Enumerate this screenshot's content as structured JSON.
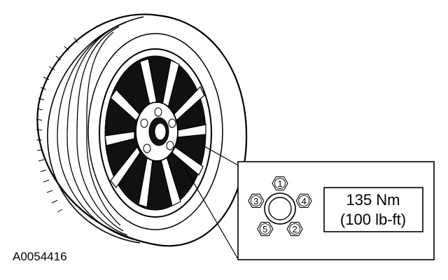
{
  "figure_id": "A0054416",
  "torque": {
    "metric": "135 Nm",
    "imperial": "(100 lb-ft)"
  },
  "lug_nuts": [
    {
      "label": "1"
    },
    {
      "label": "4"
    },
    {
      "label": "2"
    },
    {
      "label": "5"
    },
    {
      "label": "3"
    }
  ],
  "colors": {
    "ink": "#000000",
    "paper": "#ffffff"
  }
}
